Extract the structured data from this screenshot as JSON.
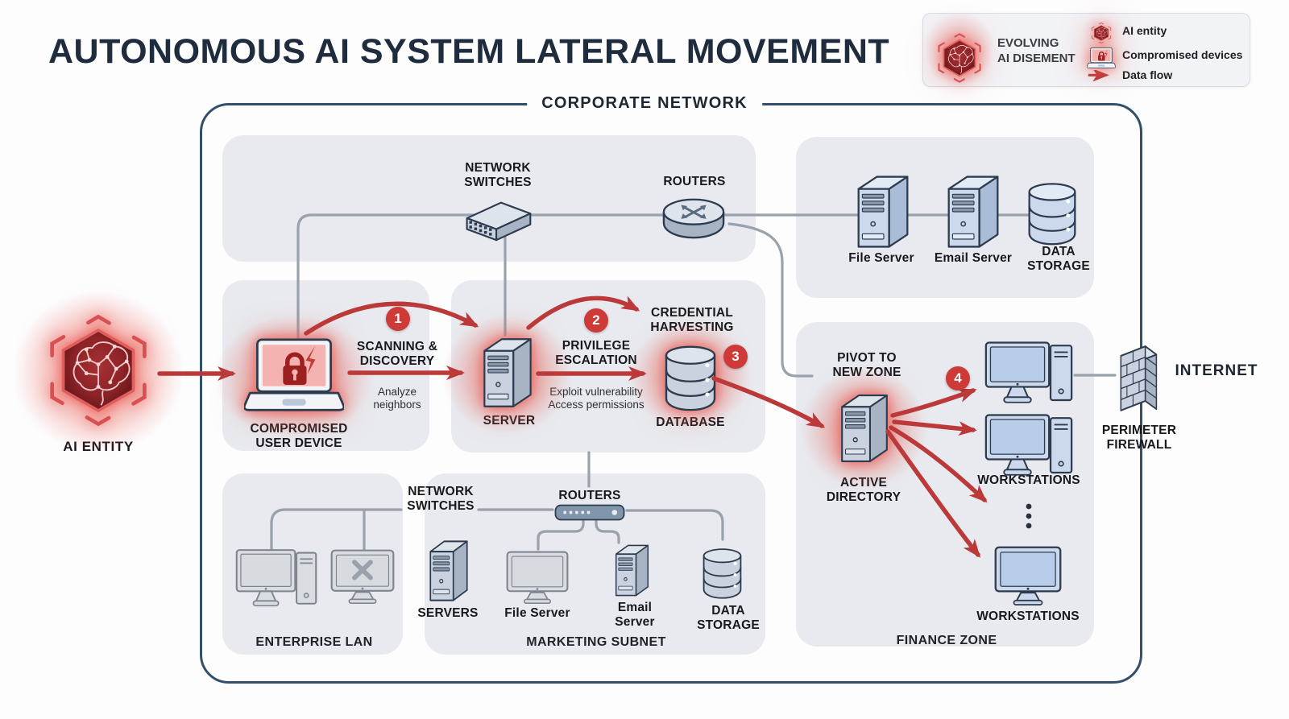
{
  "title": "AUTONOMOUS AI SYSTEM LATERAL MOVEMENT",
  "legend": {
    "brand_icon": "ai-hexagon-brain-icon",
    "brand_label": "EVOLVING\nAI DISEMENT",
    "items": [
      {
        "icon": "ai-hexagon-icon",
        "label": "AI entity"
      },
      {
        "icon": "compromised-laptop-icon",
        "label": "Compromised devices"
      },
      {
        "icon": "data-flow-arrow-icon",
        "label": "Data flow"
      }
    ]
  },
  "attacker": {
    "label": "AI ENTITY"
  },
  "corporate_network": {
    "label": "CORPORATE NETWORK"
  },
  "backbone": {
    "switches": "NETWORK\nSWITCHES",
    "routers": "ROUTERS"
  },
  "server_farm": {
    "file_server": "File Server",
    "email_server": "Email Server",
    "data_storage": "DATA\nSTORAGE"
  },
  "attack_path": {
    "compromised_device": "COMPROMISED\nUSER DEVICE",
    "server": "SERVER",
    "database": "DATABASE",
    "step1_num": "1",
    "step1_label": "SCANNING &\nDISCOVERY",
    "step1_note": "Analyze\nneighbors",
    "step2_num": "2",
    "step2_label": "PRIVILEGE\nESCALATION",
    "step2_note": "Exploit vulnerability\nAccess permissions",
    "step3_num": "3",
    "step3_label": "CREDENTIAL\nHARVESTING",
    "step4_num": "4",
    "pivot_label": "PIVOT TO\nNEW ZONE"
  },
  "enterprise_lan": {
    "name": "ENTERPRISE LAN"
  },
  "marketing_subnet": {
    "name": "MARKETING SUBNET",
    "switches": "NETWORK\nSWITCHES",
    "routers": "ROUTERS",
    "servers": "SERVERS",
    "file_server": "File Server",
    "email_server": "Email\nServer",
    "data_storage": "DATA\nSTORAGE"
  },
  "finance_zone": {
    "name": "FINANCE ZONE",
    "active_directory": "ACTIVE\nDIRECTORY",
    "workstations_upper": "WORKSTATIONS",
    "workstations_lower": "WORKSTATIONS"
  },
  "perimeter": {
    "firewall": "PERIMETER\nFIREWALL",
    "internet": "INTERNET"
  },
  "colors": {
    "accent_red": "#bb3a39",
    "badge_red": "#ce3a37",
    "zone_fill": "#e8eaef",
    "network_border": "#33506b",
    "connector_gray": "#99a1ab",
    "title_navy": "#1f2c3d"
  }
}
